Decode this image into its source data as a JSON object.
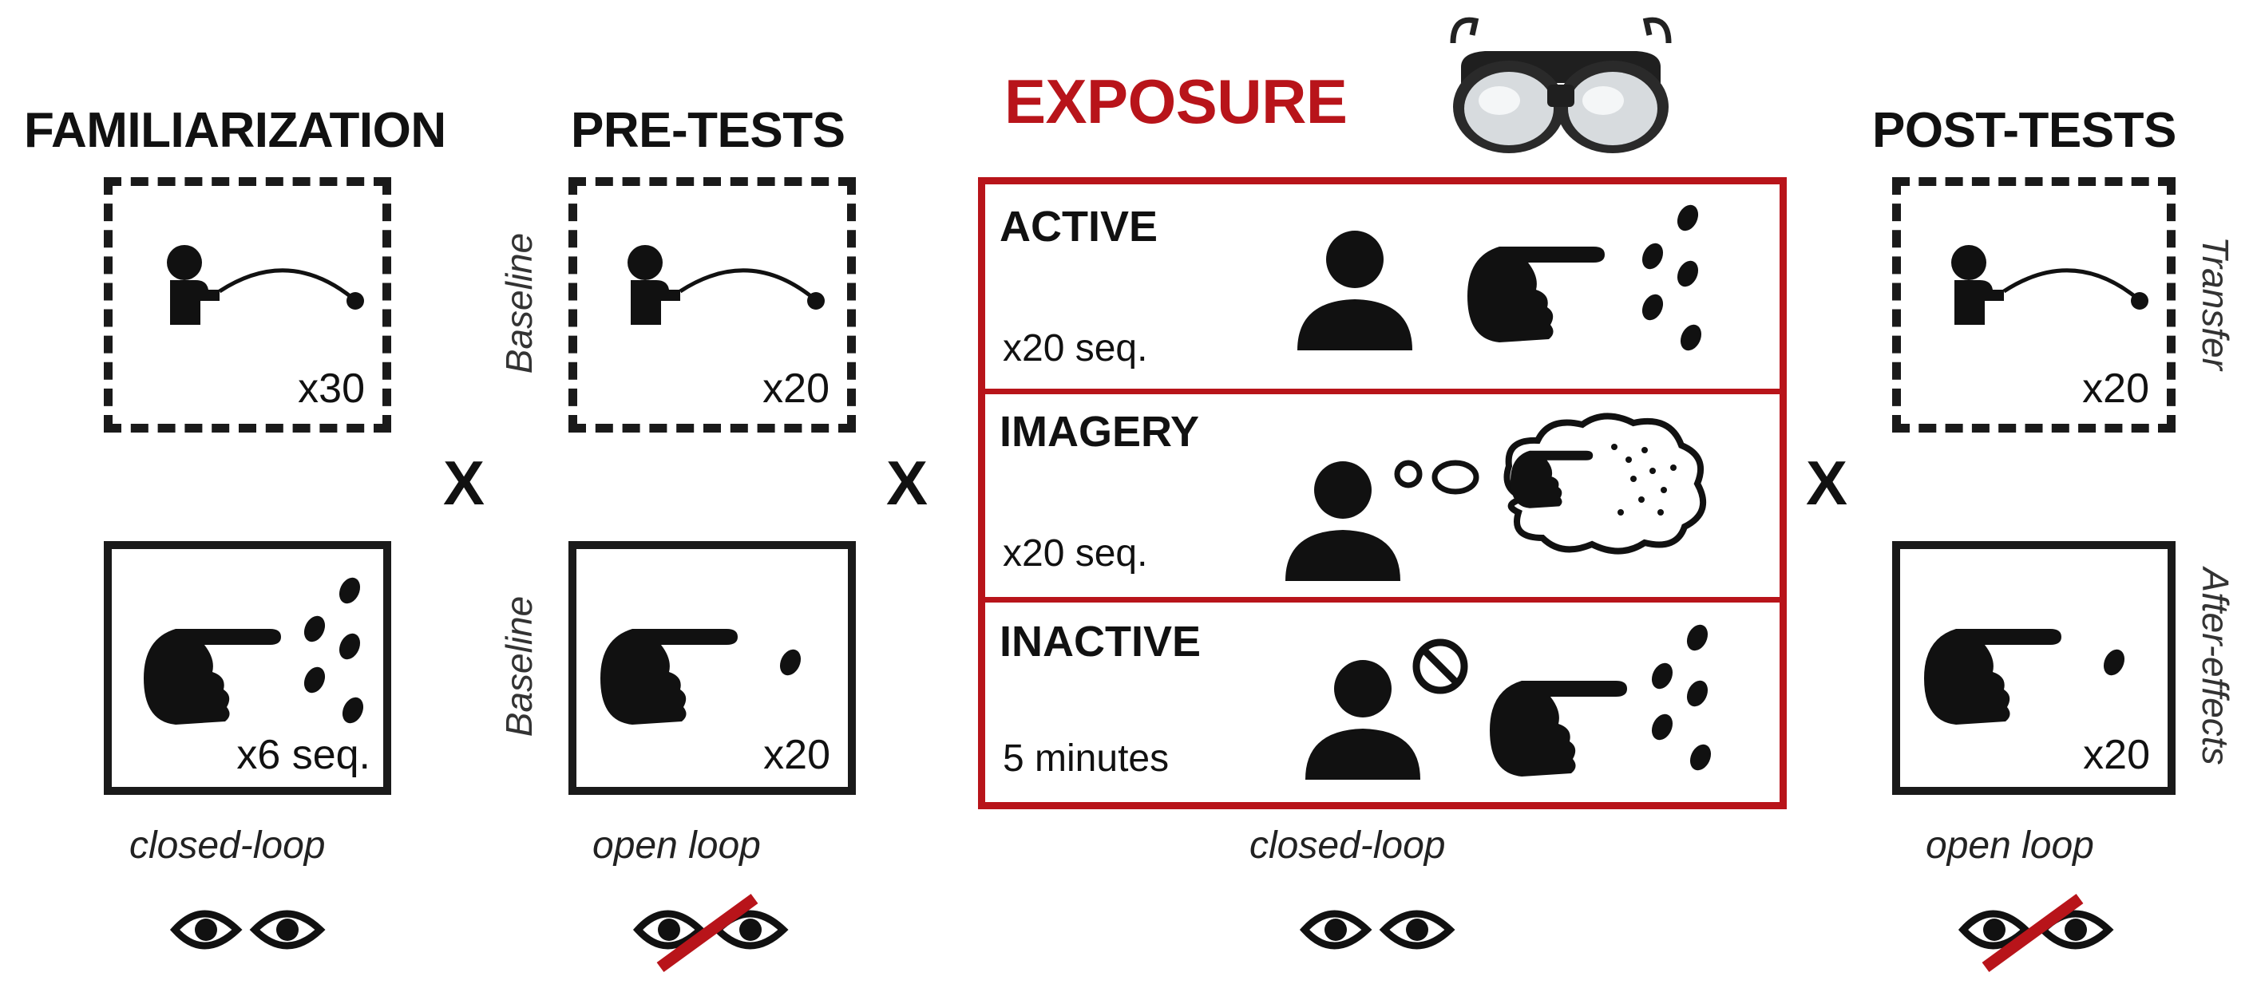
{
  "phases": {
    "familiarization": {
      "title": "FAMILIARIZATION",
      "top_count": "x30",
      "bottom_count": "x6 seq.",
      "loop": "closed-loop",
      "vision": "eyes-open-icon"
    },
    "pretests": {
      "title": "PRE-TESTS",
      "top_side": "Baseline",
      "bottom_side": "Baseline",
      "top_count": "x20",
      "bottom_count": "x20",
      "loop": "open loop",
      "vision": "eyes-occluded-icon"
    },
    "exposure": {
      "title": "EXPOSURE",
      "rows": [
        {
          "title": "ACTIVE",
          "count": "x20 seq."
        },
        {
          "title": "IMAGERY",
          "count": "x20 seq."
        },
        {
          "title": "INACTIVE",
          "count": "5 minutes"
        }
      ],
      "loop": "closed-loop",
      "vision": "eyes-open-icon",
      "device": "prism-goggles-icon"
    },
    "posttests": {
      "title": "POST-TESTS",
      "top_side": "Transfer",
      "bottom_side": "After-effects",
      "top_count": "x20",
      "bottom_count": "x20",
      "loop": "open loop",
      "vision": "eyes-occluded-icon"
    }
  },
  "separator_symbol": "X",
  "colors": {
    "accent": "#b8141a",
    "ink": "#1a1a1a"
  }
}
